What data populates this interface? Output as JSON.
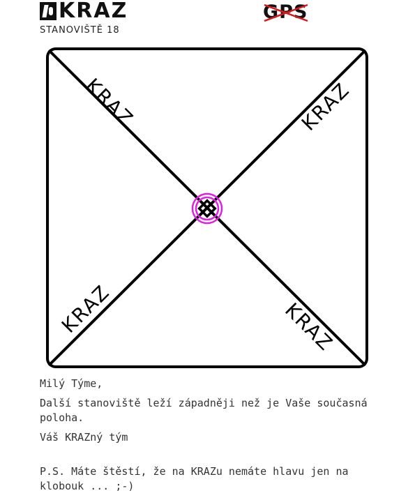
{
  "header": {
    "logo_text": "KRAZ",
    "station_label": "STANOVIŠTĚ  18",
    "gps_text": "GPS"
  },
  "diagram": {
    "corner_labels": {
      "top_left": "KRAZ",
      "top_right": "KRAZ",
      "bottom_left": "KRAZ",
      "bottom_right": "KRAZ"
    },
    "center_marker_color": "#e020e0"
  },
  "message": {
    "greeting": "Milý Týme,",
    "body": "Další stanoviště leží západněji než je Vaše současná poloha.",
    "signature": "Váš KRAZný tým",
    "ps": "P.S. Máte štěstí, že na KRAZu nemáte hlavu jen na klobouk ... ;-)"
  }
}
